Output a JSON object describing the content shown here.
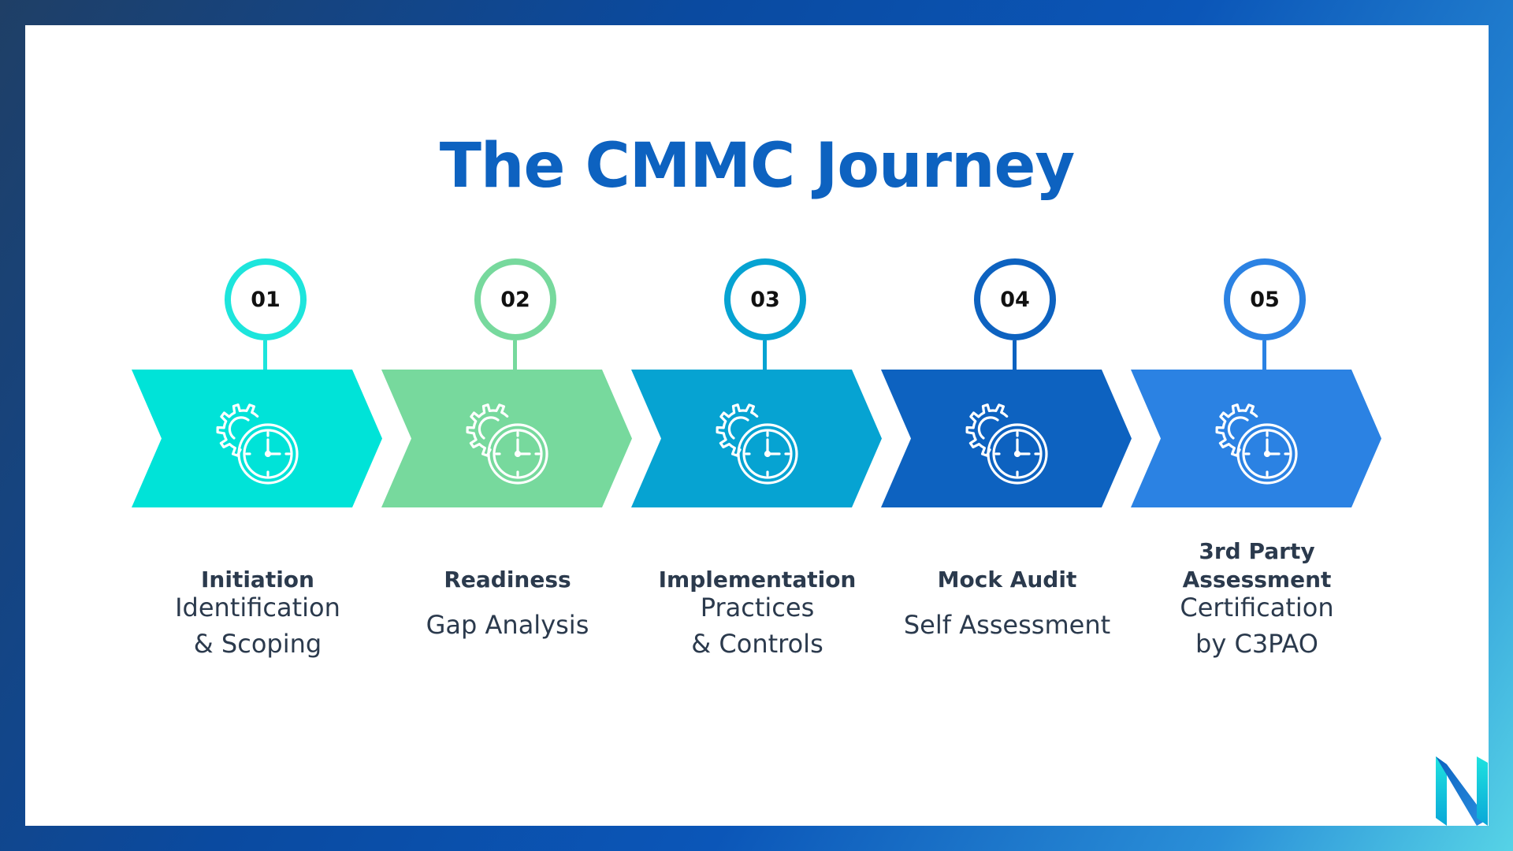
{
  "title": "The CMMC Journey",
  "steps": [
    {
      "number": "01",
      "label": "Initiation",
      "description": "Identification\n& Scoping",
      "color": "#00e3d8",
      "ring": "#1de5dc"
    },
    {
      "number": "02",
      "label": "Readiness",
      "description": "Gap Analysis",
      "color": "#77d99d",
      "ring": "#77d99d"
    },
    {
      "number": "03",
      "label": "Implementation",
      "description": "Practices\n& Controls",
      "color": "#06a3d2",
      "ring": "#06a3d2"
    },
    {
      "number": "04",
      "label": "Mock Audit",
      "description": "Self Assessment",
      "color": "#0d62c0",
      "ring": "#0d62c0"
    },
    {
      "number": "05",
      "label": "3rd Party\nAssessment",
      "description": "Certification\nby C3PAO",
      "color": "#2b82e3",
      "ring": "#2b82e3"
    }
  ],
  "icons": {
    "step_icon": "gear-clock-icon",
    "logo": "n-logo-icon"
  },
  "colors": {
    "title": "#0d62c0",
    "text": "#2b3a4d",
    "border_gradient": [
      "#1f3f66",
      "#0b56b8",
      "#56d3e6"
    ]
  }
}
